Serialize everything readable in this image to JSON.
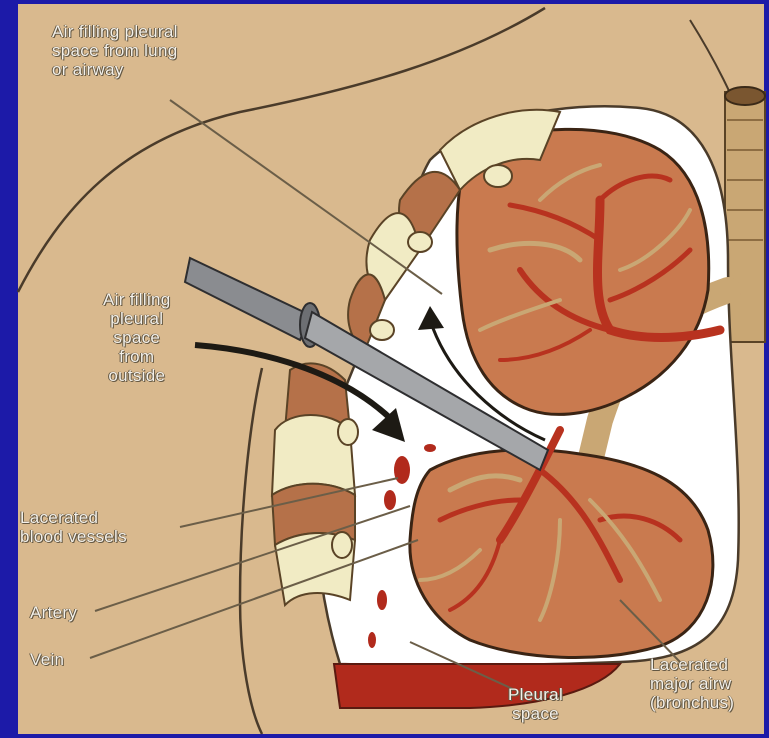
{
  "labels": {
    "air_from_lung": "Air filling pleural\nspace from lung\nor airway",
    "air_from_outside": "Air filling\npleural\nspace\nfrom\noutside",
    "lacerated_vessels": "Lacerated\nblood vessels",
    "artery": "Artery",
    "vein": "Vein",
    "pleural_space": "Pleural\nspace",
    "lacerated_bronchus": "Lacerated\nmajor airw\n(bronchus)"
  },
  "colors": {
    "frame": "#1c1aa8",
    "page": "#d9b98e",
    "lung": "#c97a4f",
    "vessel": "#b8321f",
    "airway": "#c9a774",
    "rib": "#f1ebc4",
    "blood": "#b12a1c"
  }
}
